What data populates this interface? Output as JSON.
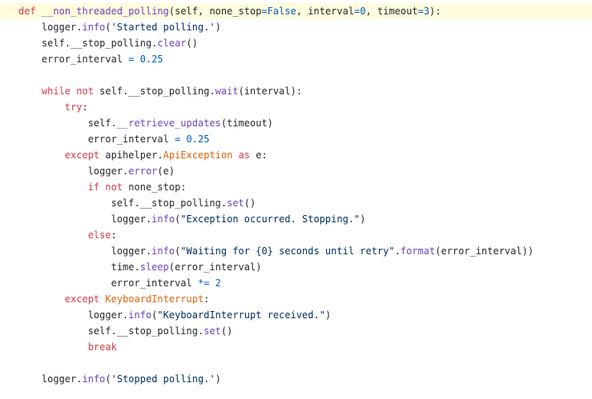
{
  "editor": {
    "highlight_color": "#fffbdd",
    "colors": {
      "keyword": "#d73a49",
      "function": "#6f42c1",
      "string": "#032f62",
      "number": "#005cc5",
      "class": "#e36209",
      "text": "#24292e"
    },
    "lines": [
      {
        "highlighted": true,
        "tokens": [
          {
            "t": "def",
            "c": "kw"
          },
          {
            "t": " ",
            "c": "tx"
          },
          {
            "t": "__non_threaded_polling",
            "c": "fn"
          },
          {
            "t": "(self, none_stop",
            "c": "tx"
          },
          {
            "t": "=",
            "c": "op"
          },
          {
            "t": "False",
            "c": "nm"
          },
          {
            "t": ", interval",
            "c": "tx"
          },
          {
            "t": "=",
            "c": "op"
          },
          {
            "t": "0",
            "c": "nm"
          },
          {
            "t": ", timeout",
            "c": "tx"
          },
          {
            "t": "=",
            "c": "op"
          },
          {
            "t": "3",
            "c": "nm"
          },
          {
            "t": "):",
            "c": "tx"
          }
        ]
      },
      {
        "tokens": [
          {
            "t": "    logger.",
            "c": "tx"
          },
          {
            "t": "info",
            "c": "fn"
          },
          {
            "t": "(",
            "c": "tx"
          },
          {
            "t": "'Started polling.'",
            "c": "st"
          },
          {
            "t": ")",
            "c": "tx"
          }
        ]
      },
      {
        "tokens": [
          {
            "t": "    self.__stop_polling.",
            "c": "tx"
          },
          {
            "t": "clear",
            "c": "fn"
          },
          {
            "t": "()",
            "c": "tx"
          }
        ]
      },
      {
        "tokens": [
          {
            "t": "    error_interval ",
            "c": "tx"
          },
          {
            "t": "=",
            "c": "op"
          },
          {
            "t": " ",
            "c": "tx"
          },
          {
            "t": "0.25",
            "c": "nm"
          }
        ]
      },
      {
        "tokens": []
      },
      {
        "tokens": [
          {
            "t": "    ",
            "c": "tx"
          },
          {
            "t": "while",
            "c": "kw"
          },
          {
            "t": " ",
            "c": "tx"
          },
          {
            "t": "not",
            "c": "kw"
          },
          {
            "t": " self.__stop_polling.",
            "c": "tx"
          },
          {
            "t": "wait",
            "c": "fn"
          },
          {
            "t": "(interval):",
            "c": "tx"
          }
        ]
      },
      {
        "tokens": [
          {
            "t": "        ",
            "c": "tx"
          },
          {
            "t": "try",
            "c": "kw"
          },
          {
            "t": ":",
            "c": "tx"
          }
        ]
      },
      {
        "tokens": [
          {
            "t": "            self.",
            "c": "tx"
          },
          {
            "t": "__retrieve_updates",
            "c": "fn"
          },
          {
            "t": "(timeout)",
            "c": "tx"
          }
        ]
      },
      {
        "tokens": [
          {
            "t": "            error_interval ",
            "c": "tx"
          },
          {
            "t": "=",
            "c": "op"
          },
          {
            "t": " ",
            "c": "tx"
          },
          {
            "t": "0.25",
            "c": "nm"
          }
        ]
      },
      {
        "tokens": [
          {
            "t": "        ",
            "c": "tx"
          },
          {
            "t": "except",
            "c": "kw"
          },
          {
            "t": " apihelper.",
            "c": "tx"
          },
          {
            "t": "ApiException",
            "c": "cl"
          },
          {
            "t": " ",
            "c": "tx"
          },
          {
            "t": "as",
            "c": "kw"
          },
          {
            "t": " e:",
            "c": "tx"
          }
        ]
      },
      {
        "tokens": [
          {
            "t": "            logger.",
            "c": "tx"
          },
          {
            "t": "error",
            "c": "fn"
          },
          {
            "t": "(e)",
            "c": "tx"
          }
        ]
      },
      {
        "tokens": [
          {
            "t": "            ",
            "c": "tx"
          },
          {
            "t": "if",
            "c": "kw"
          },
          {
            "t": " ",
            "c": "tx"
          },
          {
            "t": "not",
            "c": "kw"
          },
          {
            "t": " none_stop:",
            "c": "tx"
          }
        ]
      },
      {
        "tokens": [
          {
            "t": "                self.__stop_polling.",
            "c": "tx"
          },
          {
            "t": "set",
            "c": "fn"
          },
          {
            "t": "()",
            "c": "tx"
          }
        ]
      },
      {
        "tokens": [
          {
            "t": "                logger.",
            "c": "tx"
          },
          {
            "t": "info",
            "c": "fn"
          },
          {
            "t": "(",
            "c": "tx"
          },
          {
            "t": "\"Exception occurred. Stopping.\"",
            "c": "st"
          },
          {
            "t": ")",
            "c": "tx"
          }
        ]
      },
      {
        "tokens": [
          {
            "t": "            ",
            "c": "tx"
          },
          {
            "t": "else",
            "c": "kw"
          },
          {
            "t": ":",
            "c": "tx"
          }
        ]
      },
      {
        "tokens": [
          {
            "t": "                logger.",
            "c": "tx"
          },
          {
            "t": "info",
            "c": "fn"
          },
          {
            "t": "(",
            "c": "tx"
          },
          {
            "t": "\"Waiting for {0} seconds until retry\"",
            "c": "st"
          },
          {
            "t": ".",
            "c": "tx"
          },
          {
            "t": "format",
            "c": "fn"
          },
          {
            "t": "(error_interval))",
            "c": "tx"
          }
        ]
      },
      {
        "tokens": [
          {
            "t": "                time.",
            "c": "tx"
          },
          {
            "t": "sleep",
            "c": "fn"
          },
          {
            "t": "(error_interval)",
            "c": "tx"
          }
        ]
      },
      {
        "tokens": [
          {
            "t": "                error_interval ",
            "c": "tx"
          },
          {
            "t": "*=",
            "c": "op"
          },
          {
            "t": " ",
            "c": "tx"
          },
          {
            "t": "2",
            "c": "nm"
          }
        ]
      },
      {
        "tokens": [
          {
            "t": "        ",
            "c": "tx"
          },
          {
            "t": "except",
            "c": "kw"
          },
          {
            "t": " ",
            "c": "tx"
          },
          {
            "t": "KeyboardInterrupt",
            "c": "cl"
          },
          {
            "t": ":",
            "c": "tx"
          }
        ]
      },
      {
        "tokens": [
          {
            "t": "            logger.",
            "c": "tx"
          },
          {
            "t": "info",
            "c": "fn"
          },
          {
            "t": "(",
            "c": "tx"
          },
          {
            "t": "\"KeyboardInterrupt received.\"",
            "c": "st"
          },
          {
            "t": ")",
            "c": "tx"
          }
        ]
      },
      {
        "tokens": [
          {
            "t": "            self.__stop_polling.",
            "c": "tx"
          },
          {
            "t": "set",
            "c": "fn"
          },
          {
            "t": "()",
            "c": "tx"
          }
        ]
      },
      {
        "tokens": [
          {
            "t": "            ",
            "c": "tx"
          },
          {
            "t": "break",
            "c": "kw"
          }
        ]
      },
      {
        "tokens": []
      },
      {
        "tokens": [
          {
            "t": "    logger.",
            "c": "tx"
          },
          {
            "t": "info",
            "c": "fn"
          },
          {
            "t": "(",
            "c": "tx"
          },
          {
            "t": "'Stopped polling.'",
            "c": "st"
          },
          {
            "t": ")",
            "c": "tx"
          }
        ]
      }
    ]
  }
}
